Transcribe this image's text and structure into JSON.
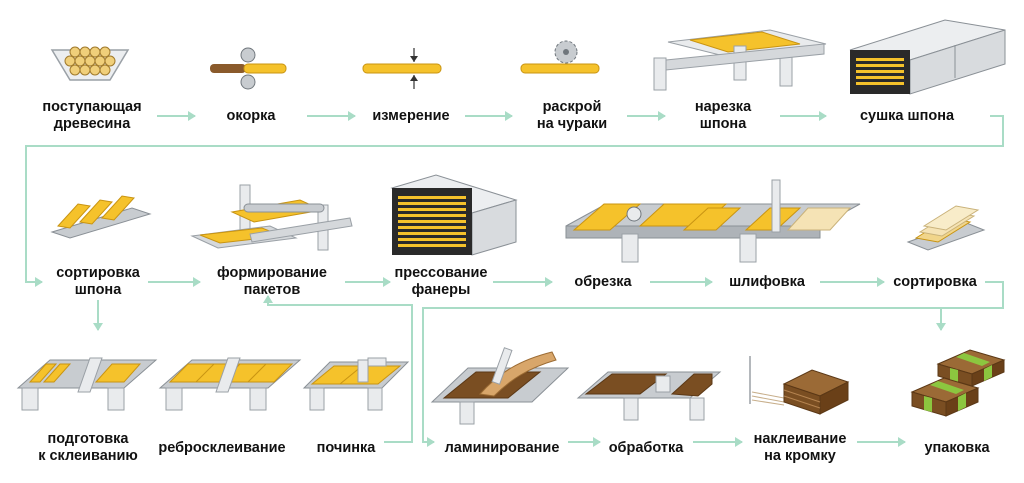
{
  "steps": {
    "s1": "поступающая\nдревесина",
    "s2": "окорка",
    "s3": "измерение",
    "s4": "раскрой\nна чураки",
    "s5": "нарезка\nшпона",
    "s6": "сушка шпона",
    "s7": "сортировка\nшпона",
    "s8": "формирование\nпакетов",
    "s9": "прессование\nфанеры",
    "s10": "обрезка",
    "s11": "шлифовка",
    "s12": "сортировка",
    "s13": "подготовка\nк склеиванию",
    "s14": "ребросклеивание",
    "s15": "починка",
    "s16": "ламинирование",
    "s17": "обработка",
    "s18": "наклеивание\nна кромку",
    "s19": "упаковка"
  },
  "colors": {
    "veneer": "#f5c22b",
    "veneer_dark": "#d99a10",
    "arrow": "#a9dcc6",
    "machine": "#c8ccd0",
    "machine_light": "#e9ebed",
    "bark": "#8a5a2b",
    "laminate": "#7a4e22",
    "band": "#8cc63f"
  }
}
